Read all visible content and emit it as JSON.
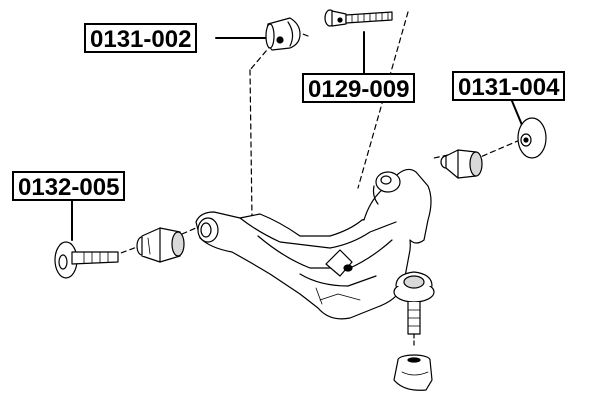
{
  "labels": {
    "upper_bushing_mount": "0131-002",
    "cam_bolt_top": "0129-009",
    "rear_bushing_mount": "0131-004",
    "cam_bolt_left": "0132-005"
  },
  "colors": {
    "line": "#000000",
    "part_fill": "#ffffff",
    "shade": "#d9d9d9",
    "background": "#ffffff"
  }
}
